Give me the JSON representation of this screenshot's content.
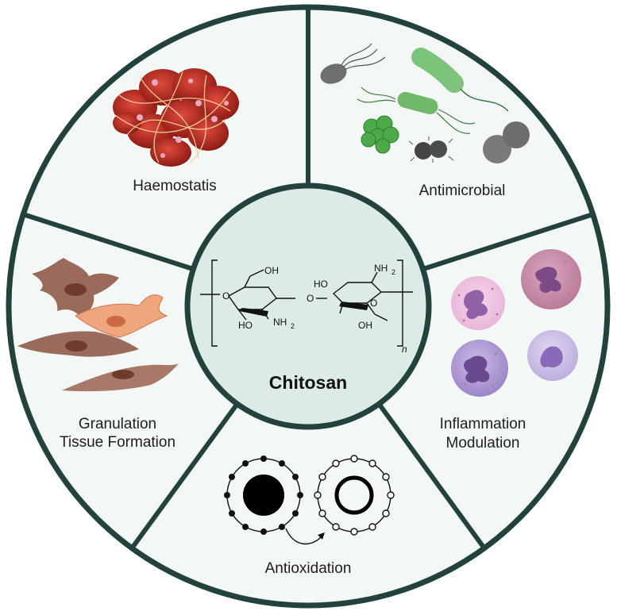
{
  "center": {
    "label": "Chitosan"
  },
  "segments": [
    {
      "id": "haemostatis",
      "label": "Haemostatis",
      "icon": "blood-clot-icon"
    },
    {
      "id": "antimicrobial",
      "label": "Antimicrobial",
      "icon": "bacteria-icon"
    },
    {
      "id": "inflammation",
      "label_lines": [
        "Inflammation",
        "Modulation"
      ],
      "icon": "immune-cells-icon"
    },
    {
      "id": "antioxidation",
      "label": "Antioxidation",
      "icon": "electron-transfer-icon"
    },
    {
      "id": "granulation",
      "label_lines": [
        "Granulation",
        "Tissue Formation"
      ],
      "icon": "fibroblast-cells-icon"
    }
  ],
  "structure": {
    "oh_top": "OH",
    "ho_left": "HO",
    "nh2_left": "NH",
    "nh2_left_sub": "2",
    "o_bridge": "O",
    "ho_right": "HO",
    "nh2_right": "NH",
    "nh2_right_sub": "2",
    "oh_bottom": "OH",
    "repeat_n": "n"
  },
  "colors": {
    "ring": "#23423e",
    "segment_fill": "#f3f8f6",
    "center_fill": "#dcebe6"
  }
}
